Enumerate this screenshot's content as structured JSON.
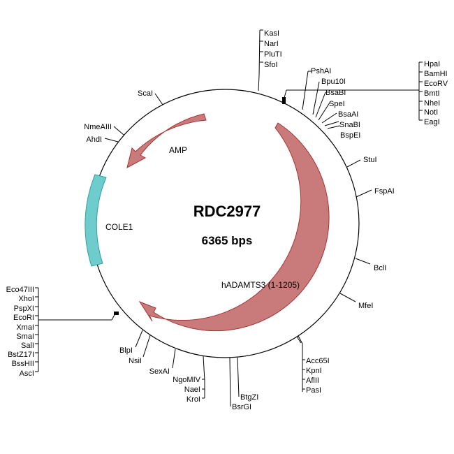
{
  "plasmid": {
    "name": "RDC2977",
    "size_label": "6365 bps"
  },
  "colors": {
    "ring": "#000000",
    "arrow_fill": "#c97b7b",
    "arrow_stroke": "#a83232",
    "cole1_fill": "#6fcccc",
    "cole1_stroke": "#2fa0a0"
  },
  "features": [
    {
      "name": "AMP",
      "type": "arrow"
    },
    {
      "name": "COLE1",
      "type": "box"
    },
    {
      "name": "hADAMTS3 (1-1205)",
      "type": "arrow"
    }
  ],
  "sites": {
    "kasi_group": [
      "KasI",
      "NarI",
      "PluTI",
      "SfoI"
    ],
    "psh": [
      "PshAI",
      "Bpu10I",
      "BsaBI",
      "SpeI"
    ],
    "hpa_group": [
      "HpaI",
      "BamHI",
      "EcoRV",
      "BmtI",
      "NheI",
      "NotI",
      "EagI"
    ],
    "bsa": [
      "BsaAI",
      "SnaBI",
      "BspEI"
    ],
    "right_singles": [
      "StuI",
      "FspAI",
      "BclI",
      "MfeI"
    ],
    "acc_group": [
      "Acc65I",
      "KpnI",
      "AflII",
      "PasI"
    ],
    "btg": [
      "BtgZI",
      "BsrGI"
    ],
    "ngo": [
      "NgoMIV",
      "NaeI",
      "KroI"
    ],
    "sexai": "SexAI",
    "blpi": [
      "BlpI",
      "NsiI"
    ],
    "eco_group": [
      "Eco47III",
      "XhoI",
      "PspXI",
      "EcoRI",
      "XmaI",
      "SmaI",
      "SalI",
      "BstZ17I",
      "BssHII",
      "AscI"
    ],
    "left_singles": [
      "ScaI",
      "NmeAIII",
      "AhdI"
    ]
  }
}
